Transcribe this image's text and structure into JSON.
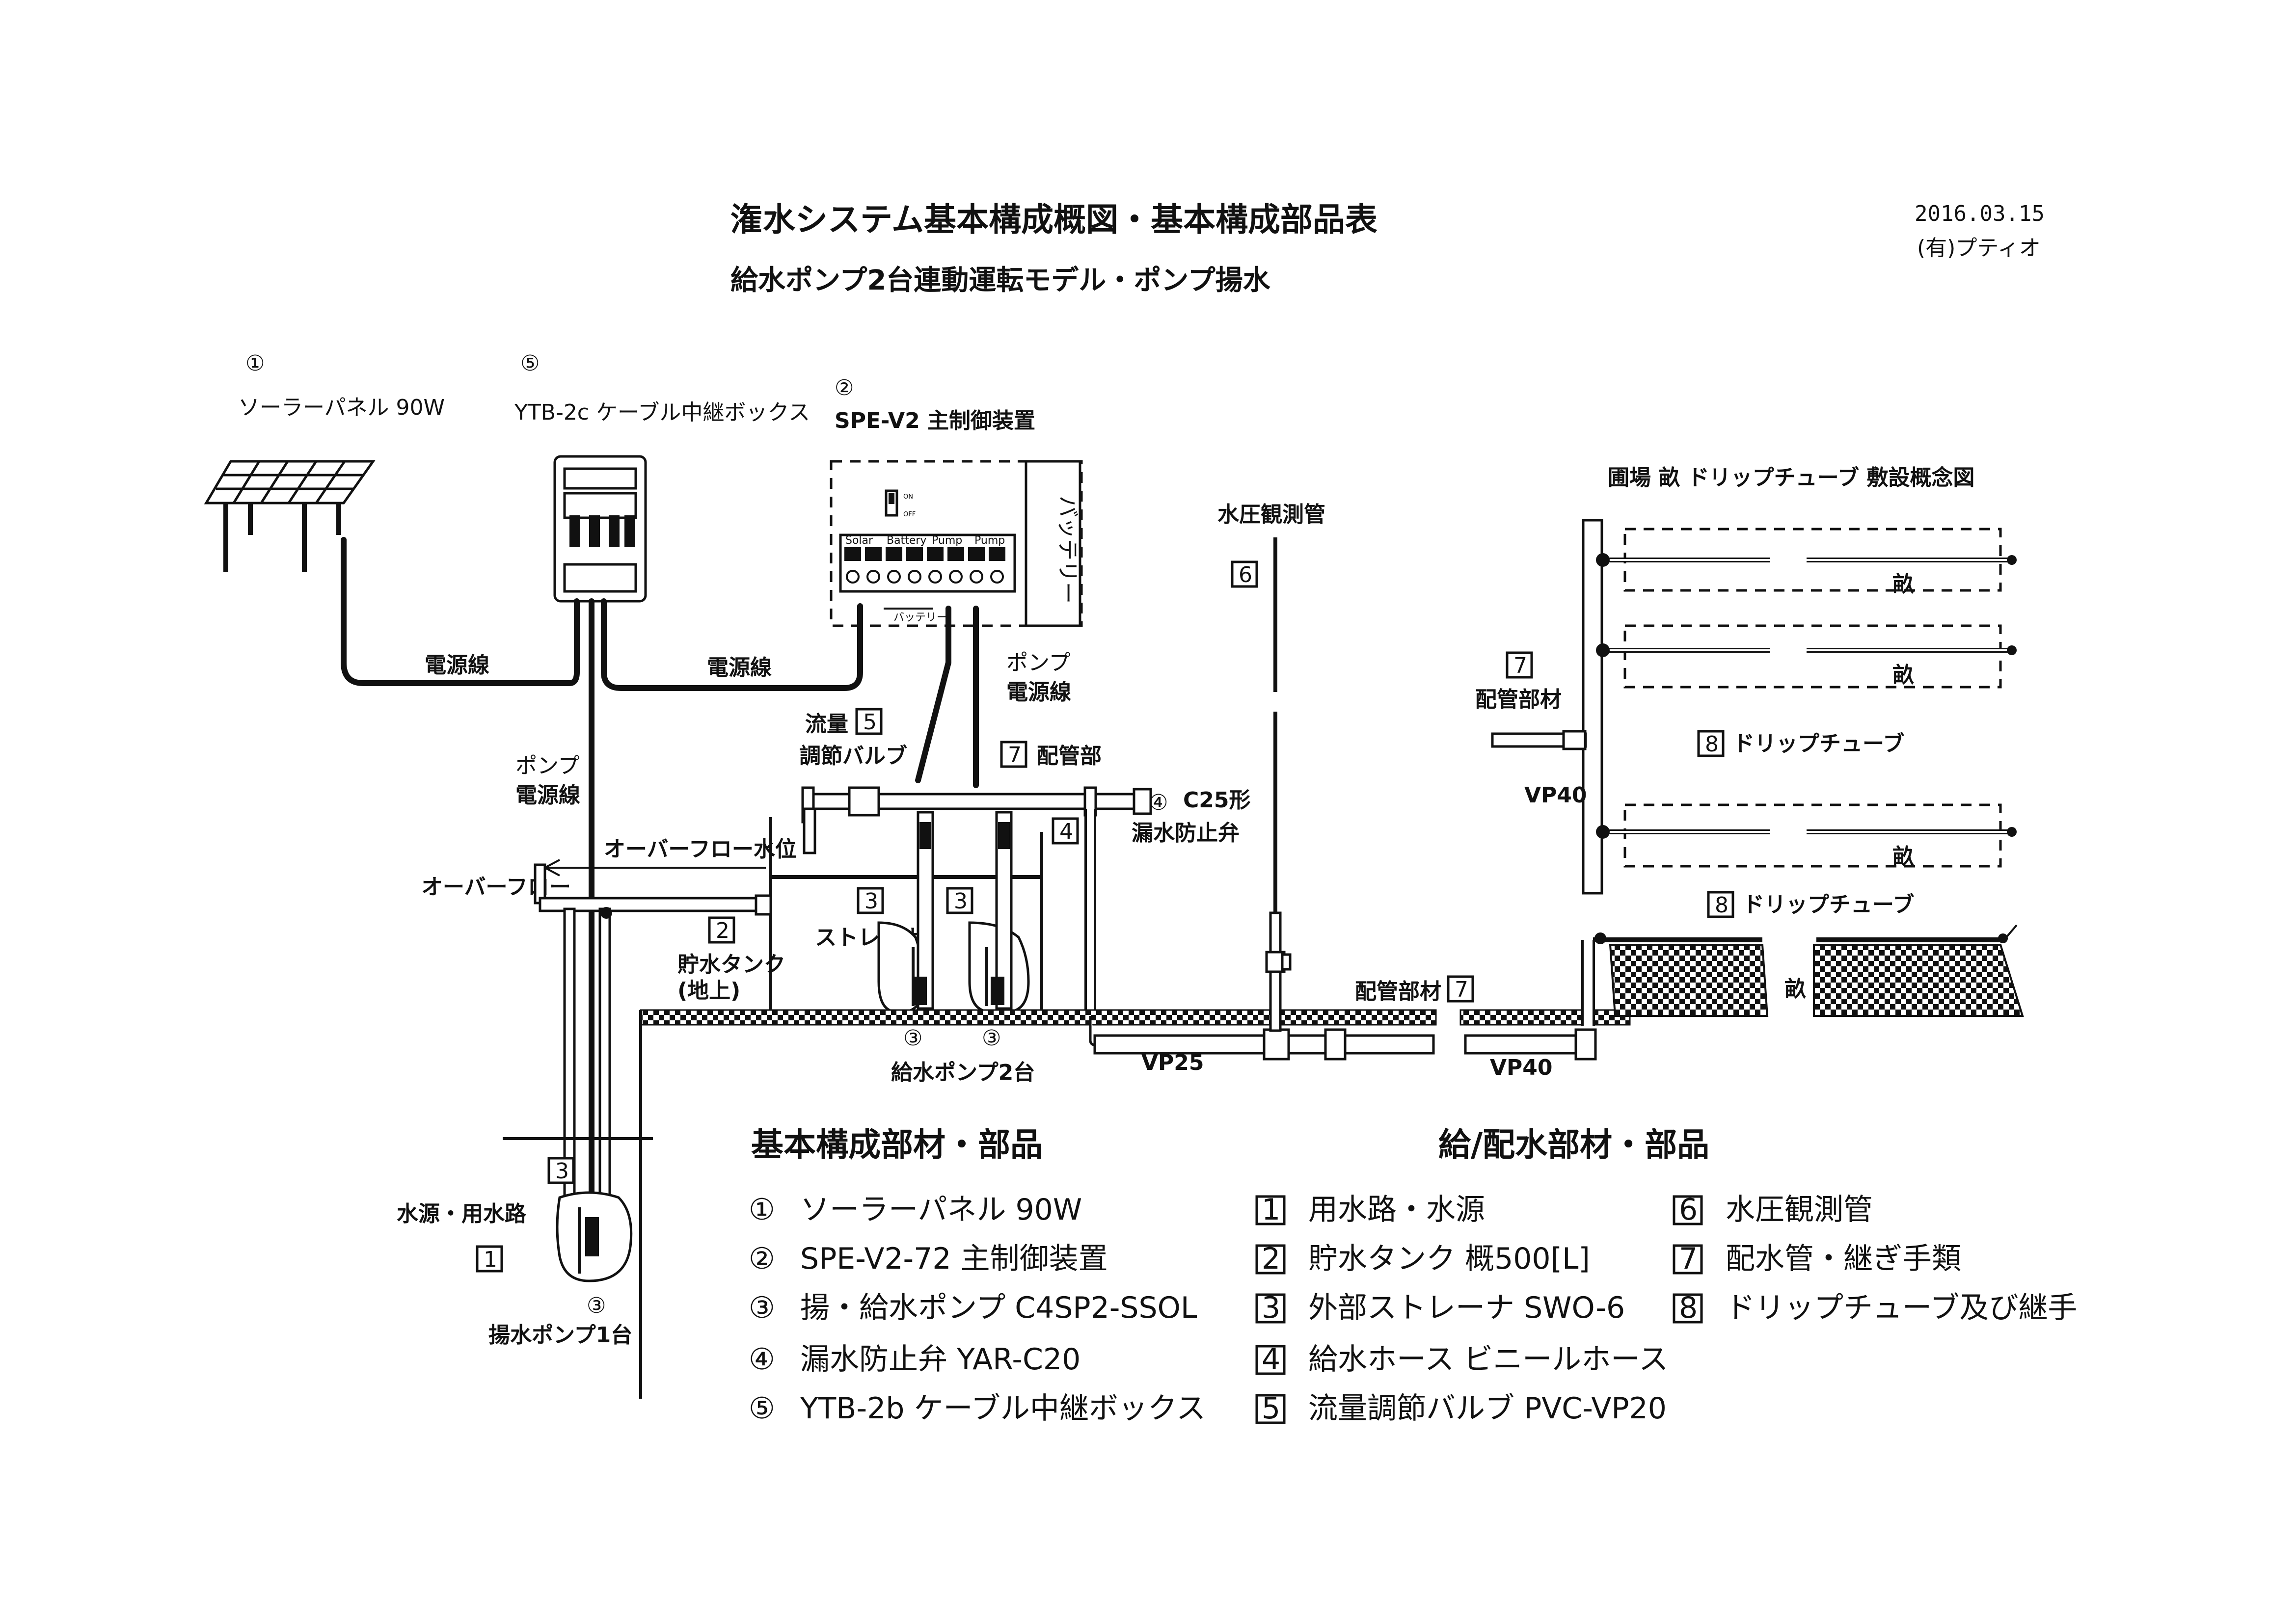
{
  "header": {
    "title": "潅水システム基本構成概図・基本構成部品表",
    "subtitle": "給水ポンプ2台連動運転モデル・ポンプ揚水",
    "date": "2016.03.15",
    "company": "(有)プティオ"
  },
  "components": {
    "solar": {
      "num": "①",
      "label": "ソーラーパネル 90W"
    },
    "cable_box": {
      "num": "⑤",
      "label": "YTB-2c ケーブル中継ボックス"
    },
    "controller": {
      "num": "②",
      "label": "SPE-V2 主制御装置",
      "battery": "バッテリー",
      "battery_small": "バッテリー",
      "switch_on": "ON",
      "switch_off": "OFF",
      "terminals": [
        "Solar",
        "Battery",
        "Pump",
        "Pump"
      ]
    },
    "pressure_pipe": {
      "label": "水圧観測管",
      "num": "6"
    },
    "field": {
      "title": "圃場 畝 ドリップチューブ 敷設概念図",
      "ridge": "畝"
    }
  },
  "labels": {
    "power_line_1": "電源線",
    "power_line_2": "電源線",
    "pump_power_1a": "ポンプ",
    "pump_power_1b": "電源線",
    "pump_power_2a": "ポンプ",
    "pump_power_2b": "電源線",
    "flow_valve_a": "流量",
    "flow_valve_b": "調節バルブ",
    "flow_valve_num": "5",
    "piping": "配管部",
    "piping_num": "7",
    "check_valve_num": "④",
    "check_valve_a": "C25形",
    "check_valve_b": "漏水防止弁",
    "hose_num": "4",
    "overflow_level": "オーバーフロー水位",
    "overflow": "オーバーフロー",
    "tank_num": "2",
    "tank_a": "貯水タンク",
    "tank_b": "(地上)",
    "strainer_num_1": "3",
    "strainer_num_2": "3",
    "strainer": "ストレーナ",
    "supply_pump_num_1": "③",
    "supply_pump_num_2": "③",
    "supply_pump": "給水ポンプ2台",
    "vp25": "VP25",
    "vp40_bottom": "VP40",
    "pipe_material_bottom": "配管部材",
    "pipe_material_bottom_num": "7",
    "pipe_material_field": "配管部材",
    "pipe_material_field_num": "7",
    "vp40_field": "VP40",
    "drip_tube_1": "ドリップチューブ",
    "drip_tube_1_num": "8",
    "drip_tube_2": "ドリップチューブ",
    "drip_tube_2_num": "8",
    "ridge_1": "畝",
    "ridge_2": "畝",
    "ridge_3": "畝",
    "ridge_side": "畝",
    "lift_strainer_num": "3",
    "water_source": "水源・用水路",
    "water_source_num": "1",
    "lift_pump_num": "③",
    "lift_pump": "揚水ポンプ1台"
  },
  "parts_list": {
    "title": "基本構成部材・部品",
    "items": [
      {
        "num": "①",
        "text": "ソーラーパネル  90W"
      },
      {
        "num": "②",
        "text": "SPE-V2-72 主制御装置"
      },
      {
        "num": "③",
        "text": "揚・給水ポンプ C4SP2-SSOL"
      },
      {
        "num": "④",
        "text": "漏水防止弁  YAR-C20"
      },
      {
        "num": "⑤",
        "text": "YTB-2b  ケーブル中継ボックス"
      }
    ]
  },
  "supply_list": {
    "title": "給/配水部材・部品",
    "col1": [
      {
        "num": "1",
        "text": "用水路・水源"
      },
      {
        "num": "2",
        "text": "貯水タンク  概500[L]"
      },
      {
        "num": "3",
        "text": "外部ストレーナ  SWO-6"
      },
      {
        "num": "4",
        "text": "給水ホース  ビニールホース"
      },
      {
        "num": "5",
        "text": "流量調節バルブ  PVC-VP20"
      }
    ],
    "col2": [
      {
        "num": "6",
        "text": "水圧観測管"
      },
      {
        "num": "7",
        "text": "配水管・継ぎ手類"
      },
      {
        "num": "8",
        "text": "ドリップチューブ及び継手"
      }
    ]
  }
}
